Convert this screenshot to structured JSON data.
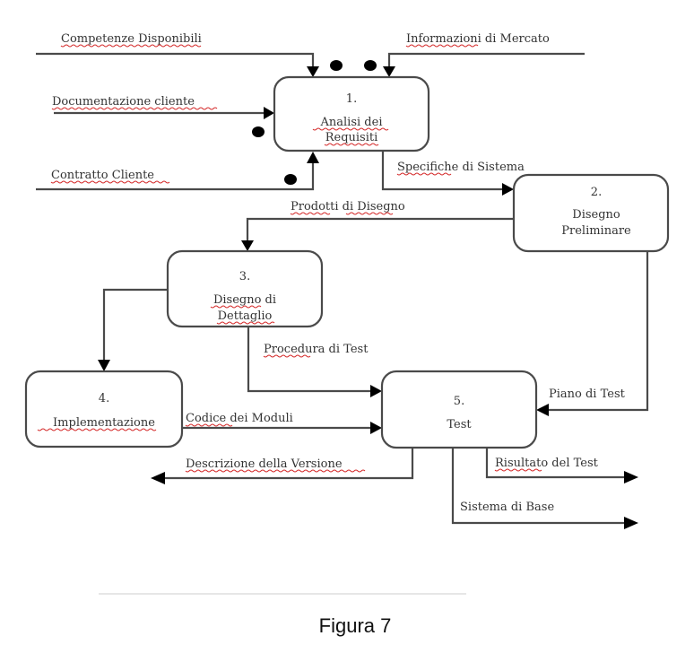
{
  "processes": [
    {
      "number": "1.",
      "lines": [
        "Analisi dei",
        "Requisiti"
      ]
    },
    {
      "number": "2.",
      "lines": [
        "Disegno",
        "Preliminare"
      ]
    },
    {
      "number": "3.",
      "lines": [
        "Disegno di",
        "Dettaglio"
      ]
    },
    {
      "number": "4.",
      "lines": [
        "Implementazione"
      ]
    },
    {
      "number": "5.",
      "lines": [
        "Test"
      ]
    }
  ],
  "flows": {
    "competenze": "Competenze Disponibili",
    "informazioni": "Informazioni di Mercato",
    "documentazione": "Documentazione cliente",
    "contratto": "Contratto Cliente",
    "specifiche": "Specifiche di Sistema",
    "prodotti": "Prodotti di Disegno",
    "procedura": "Procedura di Test",
    "piano": "Piano di Test",
    "codice": "Codice dei Moduli",
    "descrizione": "Descrizione della Versione",
    "risultato": "Risultato del Test",
    "sistema": "Sistema di Base"
  },
  "caption": "Figura 7"
}
